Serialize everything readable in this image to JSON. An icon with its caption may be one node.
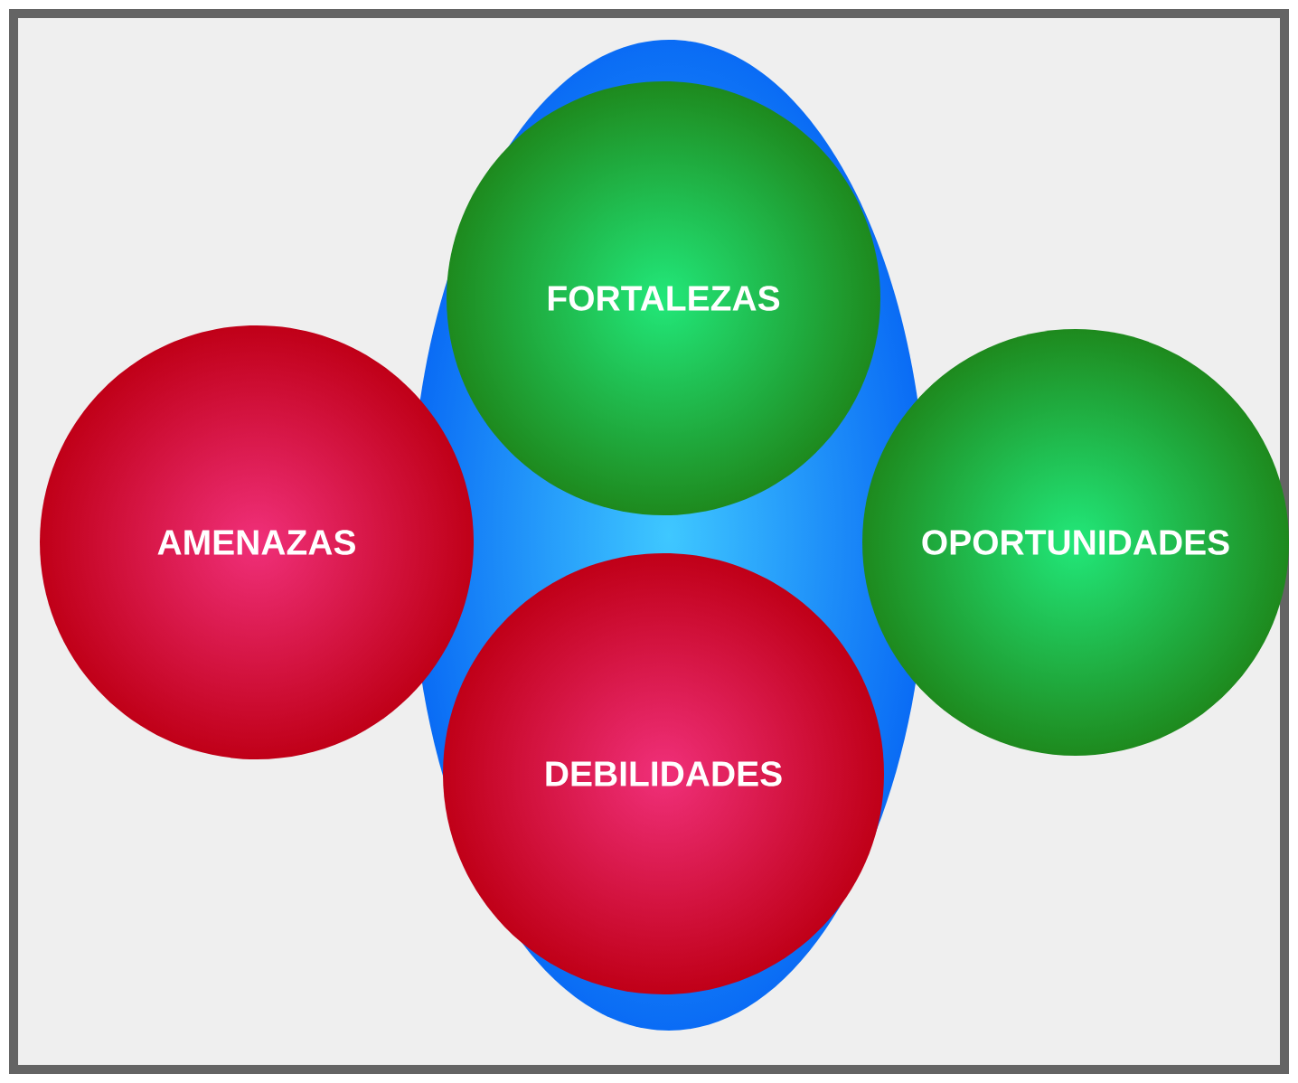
{
  "diagram": {
    "nodes": [
      {
        "text": [
          "FORTALEZAS"
        ]
      },
      {
        "text": [
          "AMENAZAS"
        ]
      },
      {
        "text": [
          "OPORTUNIDADES"
        ]
      },
      {
        "text": [
          "DEBILIDADES"
        ]
      }
    ]
  }
}
